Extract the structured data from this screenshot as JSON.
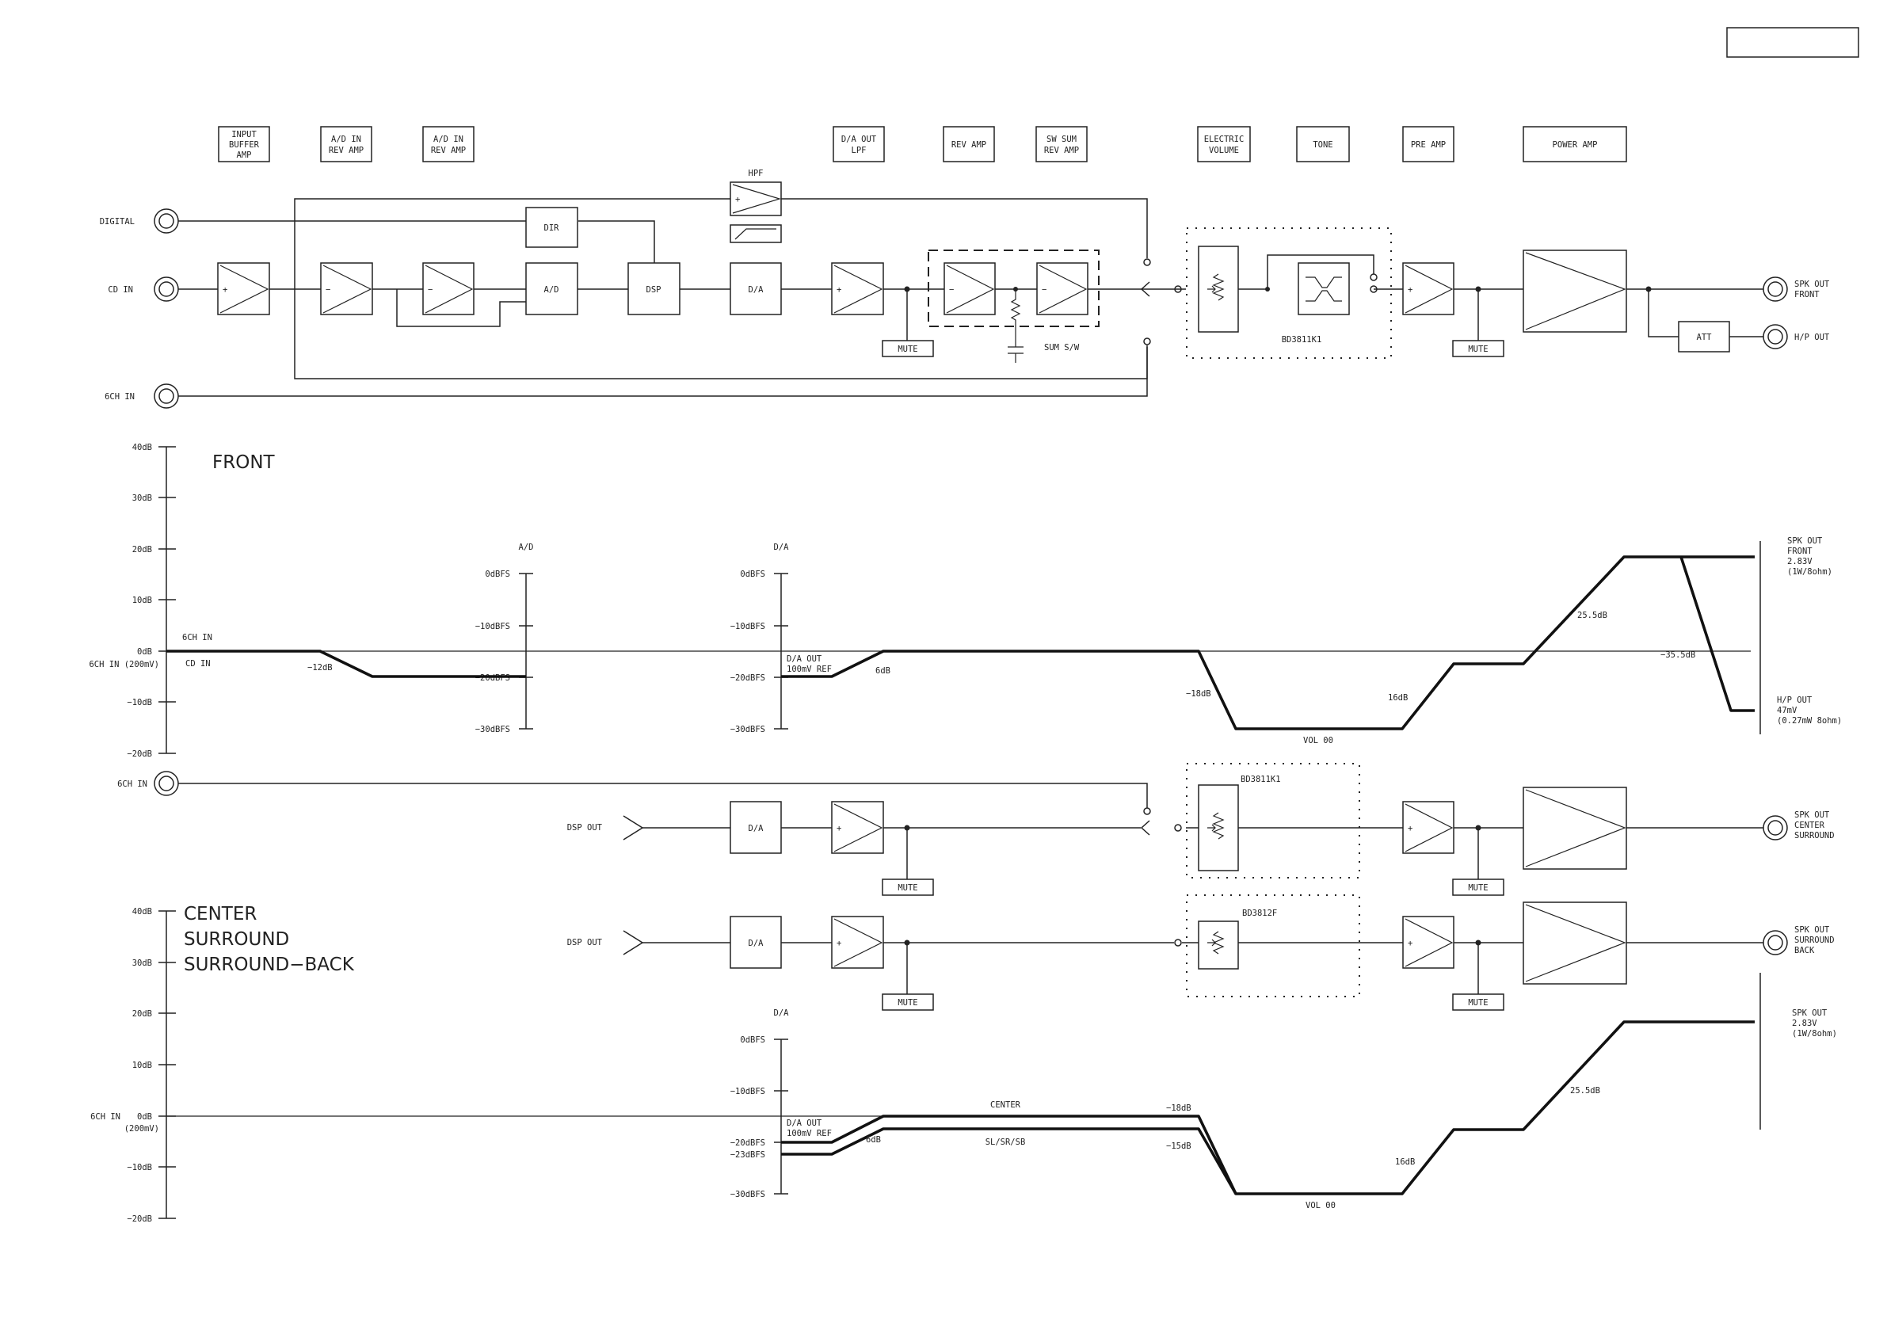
{
  "header_labels": {
    "input_buffer": [
      "INPUT",
      "BUFFER",
      "AMP"
    ],
    "ad_in_rev_1": [
      "A/D IN",
      "REV AMP"
    ],
    "ad_in_rev_2": [
      "A/D IN",
      "REV AMP"
    ],
    "da_out_lpf": [
      "D/A OUT",
      "LPF"
    ],
    "rev_amp": [
      "REV AMP"
    ],
    "sw_sum": [
      "SW SUM",
      "REV AMP"
    ],
    "electric_volume": [
      "ELECTRIC",
      "VOLUME"
    ],
    "tone": [
      "TONE"
    ],
    "pre_amp": [
      "PRE AMP"
    ],
    "power_amp": [
      "POWER AMP"
    ]
  },
  "block": {
    "inputs": {
      "digital": "DIGITAL",
      "cd_in": "CD IN",
      "ch6_in": "6CH IN"
    },
    "dir": "DIR",
    "ad": "A/D",
    "dsp": "DSP",
    "da": "D/A",
    "hpf": "HPF",
    "mute": "MUTE",
    "sum_sw": "SUM S/W",
    "ic_front": "BD3811K1",
    "att": "ATT",
    "spk_out_front": [
      "SPK OUT",
      "FRONT"
    ],
    "hp_out": "H/P OUT",
    "plus": "+",
    "minus": "−"
  },
  "front_chart": {
    "title": "FRONT",
    "y_ticks": [
      "40dB",
      "30dB",
      "20dB",
      "10dB",
      "0dB",
      "−10dB",
      "−20dB"
    ],
    "ref_label": "6CH IN  (200mV)",
    "path_labels": {
      "ch6": "6CH IN",
      "cd": "CD IN"
    },
    "ad": {
      "title": "A/D",
      "ticks": [
        "0dBFS",
        "−10dBFS",
        "−20dBFS",
        "−30dBFS"
      ]
    },
    "da": {
      "title": "D/A",
      "ticks": [
        "0dBFS",
        "−10dBFS",
        "−20dBFS",
        "−30dBFS"
      ],
      "ref": [
        "D/A OUT",
        "100mV REF"
      ]
    },
    "annotations": {
      "m12": "−12dB",
      "p6": "6dB",
      "m18": "−18dB",
      "vol": "VOL 00",
      "p16": "16dB",
      "p255": "25.5dB",
      "m355": "−35.5dB"
    },
    "spk_out": [
      "SPK OUT",
      "FRONT",
      "2.83V",
      "(1W/8ohm)"
    ],
    "hp_out": [
      "H/P OUT",
      "47mV",
      "(0.27mW 8ohm)"
    ]
  },
  "center_block": {
    "ch6_in": "6CH IN",
    "dsp_out": "DSP OUT",
    "da": "D/A",
    "mute": "MUTE",
    "ic_center": "BD3811K1",
    "ic_back": "BD3812F",
    "spk_out_center": [
      "SPK OUT",
      "CENTER",
      "SURROUND"
    ],
    "spk_out_back": [
      "SPK OUT",
      "SURROUND",
      "BACK"
    ]
  },
  "center_chart": {
    "title": [
      "CENTER",
      "SURROUND",
      "SURROUND−BACK"
    ],
    "y_ticks": [
      "40dB",
      "30dB",
      "20dB",
      "10dB",
      "0dB",
      "−10dB",
      "−20dB"
    ],
    "ref_label": [
      "6CH IN",
      "(200mV)"
    ],
    "da": {
      "title": "D/A",
      "ticks": [
        "0dBFS",
        "−10dBFS",
        "−20dBFS",
        "−23dBFS",
        "−30dBFS"
      ],
      "ref": [
        "D/A OUT",
        "100mV REF"
      ]
    },
    "annotations": {
      "p6": "6dB",
      "center": "CENTER",
      "slsrsb": "SL/SR/SB",
      "m18": "−18dB",
      "m15": "−15dB",
      "vol": "VOL 00",
      "p16": "16dB",
      "p255": "25.5dB"
    },
    "spk_out": [
      "SPK OUT",
      "2.83V",
      "(1W/8ohm)"
    ]
  }
}
